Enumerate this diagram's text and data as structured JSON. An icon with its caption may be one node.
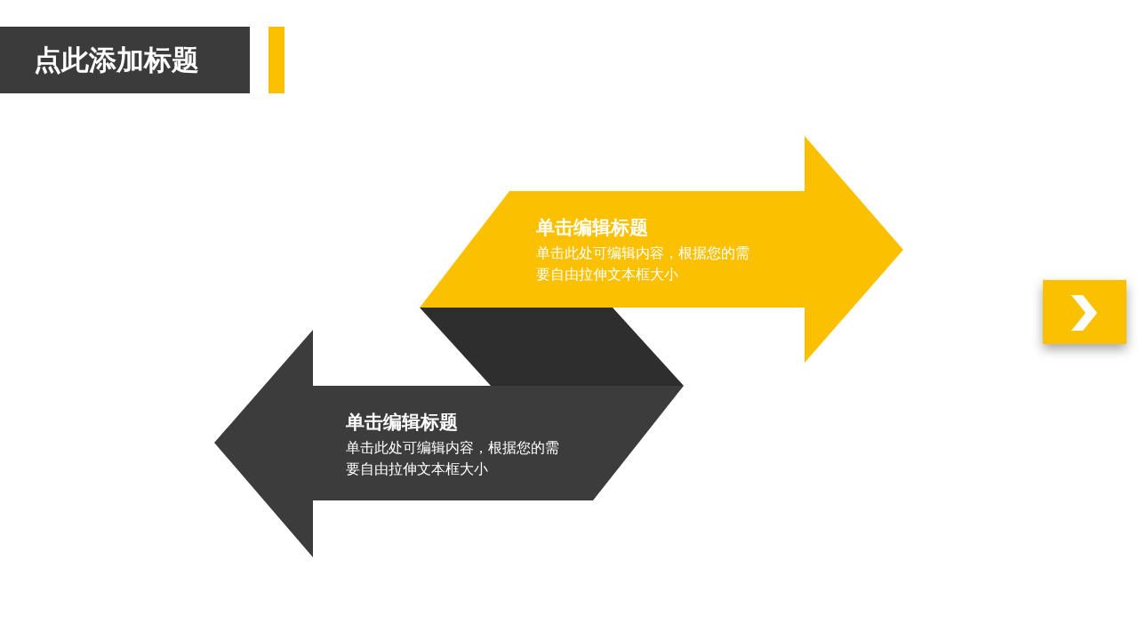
{
  "diagram": {
    "title": "点此添加标题",
    "nodes": [
      {
        "text": [
          "单击编辑标题",
          "单击此处可编辑内容，根据您的需要自由拉伸文本框大小"
        ]
      },
      {
        "text": [],
        "shape": "parallelogram"
      },
      {
        "text": [
          "单击编辑标题",
          "单击此处可编辑内容，根据您的需要自由拉伸文本框大小"
        ]
      }
    ]
  }
}
